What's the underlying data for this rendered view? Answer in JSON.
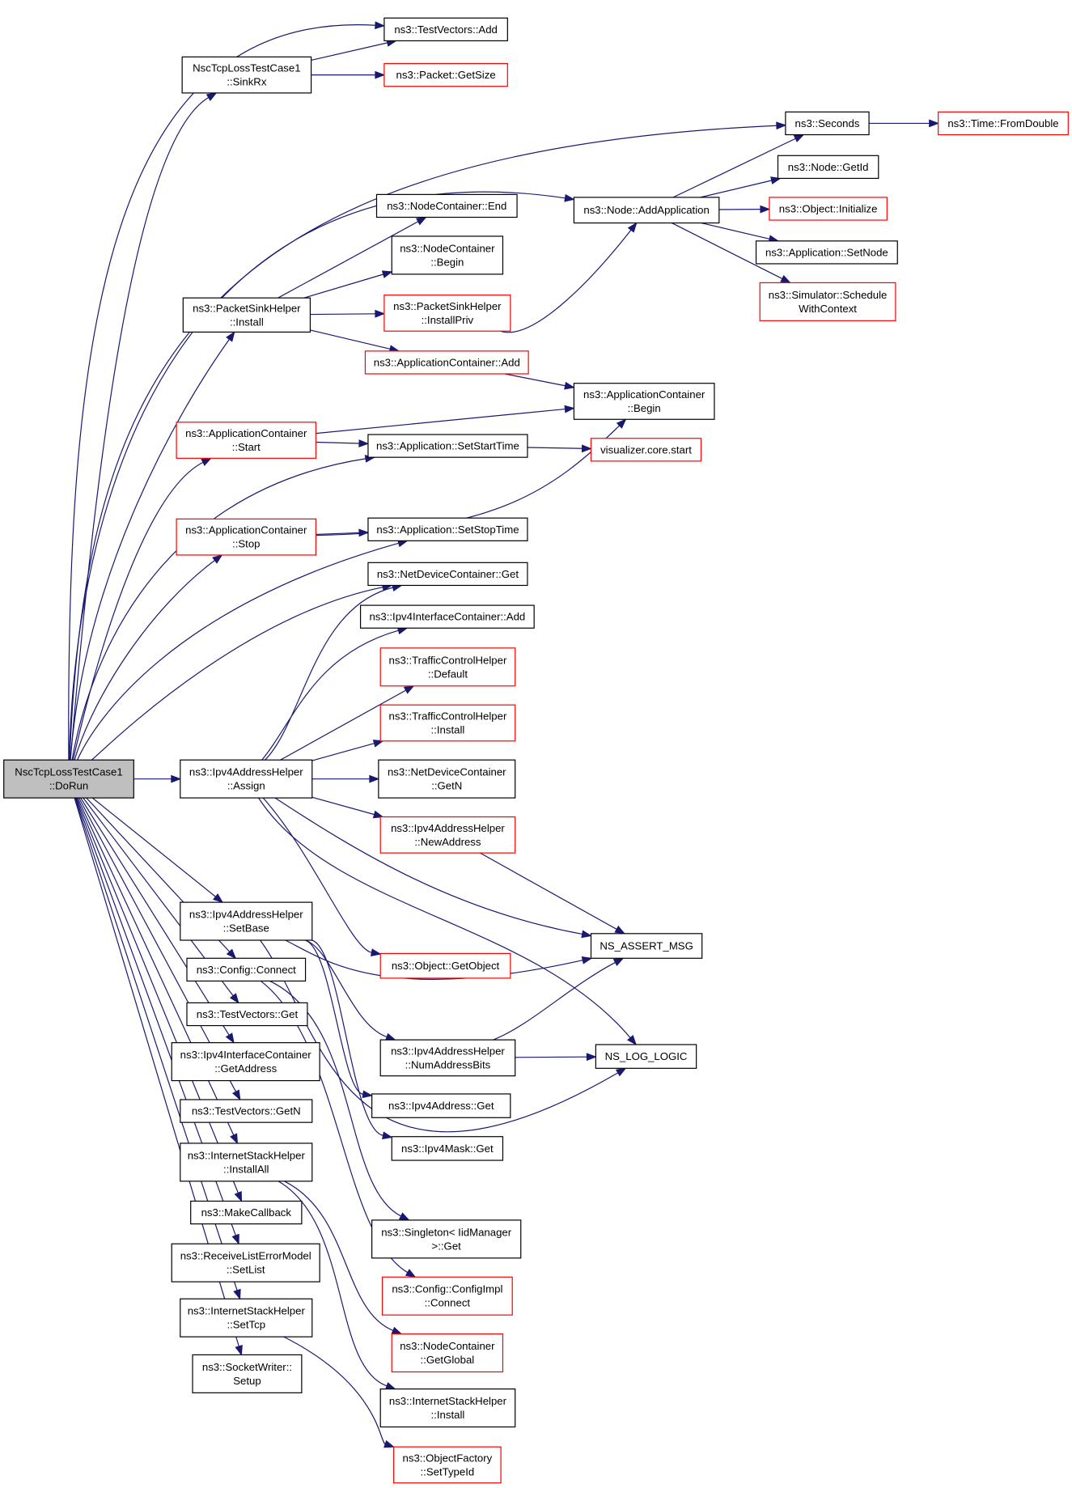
{
  "colors": {
    "edge": "#191970",
    "border_normal": "#000000",
    "border_red": "#ff0000",
    "root_fill": "#bfbfbf",
    "node_fill": "#ffffff"
  },
  "nodes": [
    {
      "id": "root",
      "lines": [
        "NscTcpLossTestCase1",
        "::DoRun"
      ],
      "style": "root"
    },
    {
      "id": "sinkrx",
      "lines": [
        "NscTcpLossTestCase1",
        "::SinkRx"
      ],
      "style": "normal"
    },
    {
      "id": "tv_add",
      "lines": [
        "ns3::TestVectors::Add"
      ],
      "style": "normal"
    },
    {
      "id": "pkt_getsize",
      "lines": [
        "ns3::Packet::GetSize"
      ],
      "style": "red"
    },
    {
      "id": "seconds",
      "lines": [
        "ns3::Seconds"
      ],
      "style": "normal"
    },
    {
      "id": "fromdouble",
      "lines": [
        "ns3::Time::FromDouble"
      ],
      "style": "red"
    },
    {
      "id": "node_getid",
      "lines": [
        "ns3::Node::GetId"
      ],
      "style": "normal"
    },
    {
      "id": "addapp",
      "lines": [
        "ns3::Node::AddApplication"
      ],
      "style": "normal"
    },
    {
      "id": "obj_init",
      "lines": [
        "ns3::Object::Initialize"
      ],
      "style": "red"
    },
    {
      "id": "nc_end",
      "lines": [
        "ns3::NodeContainer::End"
      ],
      "style": "normal"
    },
    {
      "id": "nc_begin",
      "lines": [
        "ns3::NodeContainer",
        "::Begin"
      ],
      "style": "normal"
    },
    {
      "id": "app_setnode",
      "lines": [
        "ns3::Application::SetNode"
      ],
      "style": "normal"
    },
    {
      "id": "sched",
      "lines": [
        "ns3::Simulator::Schedule",
        "WithContext"
      ],
      "style": "red"
    },
    {
      "id": "psh_install",
      "lines": [
        "ns3::PacketSinkHelper",
        "::Install"
      ],
      "style": "normal"
    },
    {
      "id": "psh_installpriv",
      "lines": [
        "ns3::PacketSinkHelper",
        "::InstallPriv"
      ],
      "style": "red"
    },
    {
      "id": "ac_add",
      "lines": [
        "ns3::ApplicationContainer::Add"
      ],
      "style": "red"
    },
    {
      "id": "ac_begin",
      "lines": [
        "ns3::ApplicationContainer",
        "::Begin"
      ],
      "style": "normal"
    },
    {
      "id": "ac_start",
      "lines": [
        "ns3::ApplicationContainer",
        "::Start"
      ],
      "style": "red"
    },
    {
      "id": "app_setstart",
      "lines": [
        "ns3::Application::SetStartTime"
      ],
      "style": "normal"
    },
    {
      "id": "viz_start",
      "lines": [
        "visualizer.core.start"
      ],
      "style": "red"
    },
    {
      "id": "ac_stop",
      "lines": [
        "ns3::ApplicationContainer",
        "::Stop"
      ],
      "style": "red"
    },
    {
      "id": "app_setstop",
      "lines": [
        "ns3::Application::SetStopTime"
      ],
      "style": "normal"
    },
    {
      "id": "ndc_get",
      "lines": [
        "ns3::NetDeviceContainer::Get"
      ],
      "style": "normal"
    },
    {
      "id": "iic_add",
      "lines": [
        "ns3::Ipv4InterfaceContainer::Add"
      ],
      "style": "normal"
    },
    {
      "id": "tch_default",
      "lines": [
        "ns3::TrafficControlHelper",
        "::Default"
      ],
      "style": "red"
    },
    {
      "id": "tch_install",
      "lines": [
        "ns3::TrafficControlHelper",
        "::Install"
      ],
      "style": "red"
    },
    {
      "id": "iah_assign",
      "lines": [
        "ns3::Ipv4AddressHelper",
        "::Assign"
      ],
      "style": "normal"
    },
    {
      "id": "ndc_getn",
      "lines": [
        "ns3::NetDeviceContainer",
        "::GetN"
      ],
      "style": "normal"
    },
    {
      "id": "iah_newaddr",
      "lines": [
        "ns3::Ipv4AddressHelper",
        "::NewAddress"
      ],
      "style": "red"
    },
    {
      "id": "assert",
      "lines": [
        "NS_ASSERT_MSG"
      ],
      "style": "normal"
    },
    {
      "id": "iah_setbase",
      "lines": [
        "ns3::Ipv4AddressHelper",
        "::SetBase"
      ],
      "style": "normal"
    },
    {
      "id": "cfg_connect",
      "lines": [
        "ns3::Config::Connect"
      ],
      "style": "normal"
    },
    {
      "id": "obj_getobj",
      "lines": [
        "ns3::Object::GetObject"
      ],
      "style": "red"
    },
    {
      "id": "tv_get",
      "lines": [
        "ns3::TestVectors::Get"
      ],
      "style": "normal"
    },
    {
      "id": "iic_getaddr",
      "lines": [
        "ns3::Ipv4InterfaceContainer",
        "::GetAddress"
      ],
      "style": "normal"
    },
    {
      "id": "iah_numbits",
      "lines": [
        "ns3::Ipv4AddressHelper",
        "::NumAddressBits"
      ],
      "style": "normal"
    },
    {
      "id": "log_logic",
      "lines": [
        "NS_LOG_LOGIC"
      ],
      "style": "normal"
    },
    {
      "id": "tv_getn",
      "lines": [
        "ns3::TestVectors::GetN"
      ],
      "style": "normal"
    },
    {
      "id": "ia_get",
      "lines": [
        "ns3::Ipv4Address::Get"
      ],
      "style": "normal"
    },
    {
      "id": "im_get",
      "lines": [
        "ns3::Ipv4Mask::Get"
      ],
      "style": "normal"
    },
    {
      "id": "ish_installall",
      "lines": [
        "ns3::InternetStackHelper",
        "::InstallAll"
      ],
      "style": "normal"
    },
    {
      "id": "makecb",
      "lines": [
        "ns3::MakeCallback"
      ],
      "style": "normal"
    },
    {
      "id": "singleton",
      "lines": [
        "ns3::Singleton< IidManager",
        ">::Get"
      ],
      "style": "normal"
    },
    {
      "id": "rlem_setlist",
      "lines": [
        "ns3::ReceiveListErrorModel",
        "::SetList"
      ],
      "style": "normal"
    },
    {
      "id": "cfgimpl_connect",
      "lines": [
        "ns3::Config::ConfigImpl",
        "::Connect"
      ],
      "style": "red"
    },
    {
      "id": "ish_settcp",
      "lines": [
        "ns3::InternetStackHelper",
        "::SetTcp"
      ],
      "style": "normal"
    },
    {
      "id": "nc_getglobal",
      "lines": [
        "ns3::NodeContainer",
        "::GetGlobal"
      ],
      "style": "red"
    },
    {
      "id": "sw_setup",
      "lines": [
        "ns3::SocketWriter::",
        "Setup"
      ],
      "style": "normal"
    },
    {
      "id": "ish_install",
      "lines": [
        "ns3::InternetStackHelper",
        "::Install"
      ],
      "style": "normal"
    },
    {
      "id": "of_settypeid",
      "lines": [
        "ns3::ObjectFactory",
        "::SetTypeId"
      ],
      "style": "red"
    }
  ],
  "edges": [
    [
      "root",
      "sinkrx"
    ],
    [
      "root",
      "tv_add"
    ],
    [
      "root",
      "seconds"
    ],
    [
      "root",
      "addapp"
    ],
    [
      "root",
      "psh_install"
    ],
    [
      "root",
      "ac_start"
    ],
    [
      "root",
      "app_setstart"
    ],
    [
      "root",
      "ac_stop"
    ],
    [
      "root",
      "app_setstop"
    ],
    [
      "root",
      "ndc_get"
    ],
    [
      "root",
      "iah_assign"
    ],
    [
      "root",
      "iah_setbase"
    ],
    [
      "root",
      "cfg_connect"
    ],
    [
      "root",
      "tv_get"
    ],
    [
      "root",
      "iic_getaddr"
    ],
    [
      "root",
      "tv_getn"
    ],
    [
      "root",
      "ish_installall"
    ],
    [
      "root",
      "makecb"
    ],
    [
      "root",
      "rlem_setlist"
    ],
    [
      "root",
      "ish_settcp"
    ],
    [
      "root",
      "sw_setup"
    ],
    [
      "sinkrx",
      "tv_add"
    ],
    [
      "sinkrx",
      "pkt_getsize"
    ],
    [
      "seconds",
      "fromdouble"
    ],
    [
      "addapp",
      "seconds"
    ],
    [
      "addapp",
      "node_getid"
    ],
    [
      "addapp",
      "obj_init"
    ],
    [
      "addapp",
      "app_setnode"
    ],
    [
      "addapp",
      "sched"
    ],
    [
      "psh_install",
      "nc_end"
    ],
    [
      "psh_install",
      "nc_begin"
    ],
    [
      "psh_install",
      "psh_installpriv"
    ],
    [
      "psh_install",
      "ac_add"
    ],
    [
      "psh_installpriv",
      "addapp"
    ],
    [
      "ac_add",
      "ac_begin"
    ],
    [
      "ac_start",
      "ac_begin"
    ],
    [
      "ac_start",
      "app_setstart"
    ],
    [
      "app_setstart",
      "viz_start"
    ],
    [
      "ac_stop",
      "ac_begin"
    ],
    [
      "ac_stop",
      "app_setstop"
    ],
    [
      "iah_assign",
      "ndc_get"
    ],
    [
      "iah_assign",
      "iic_add"
    ],
    [
      "iah_assign",
      "tch_default"
    ],
    [
      "iah_assign",
      "tch_install"
    ],
    [
      "iah_assign",
      "ndc_getn"
    ],
    [
      "iah_assign",
      "iah_newaddr"
    ],
    [
      "iah_assign",
      "assert"
    ],
    [
      "iah_assign",
      "obj_getobj"
    ],
    [
      "iah_assign",
      "log_logic"
    ],
    [
      "iah_newaddr",
      "assert"
    ],
    [
      "iah_setbase",
      "assert"
    ],
    [
      "iah_setbase",
      "iah_numbits"
    ],
    [
      "iah_setbase",
      "ia_get"
    ],
    [
      "iah_setbase",
      "im_get"
    ],
    [
      "iah_setbase",
      "log_logic"
    ],
    [
      "iah_numbits",
      "assert"
    ],
    [
      "iah_numbits",
      "log_logic"
    ],
    [
      "cfg_connect",
      "singleton"
    ],
    [
      "cfg_connect",
      "cfgimpl_connect"
    ],
    [
      "ish_installall",
      "nc_getglobal"
    ],
    [
      "ish_installall",
      "ish_install"
    ],
    [
      "ish_settcp",
      "of_settypeid"
    ]
  ]
}
